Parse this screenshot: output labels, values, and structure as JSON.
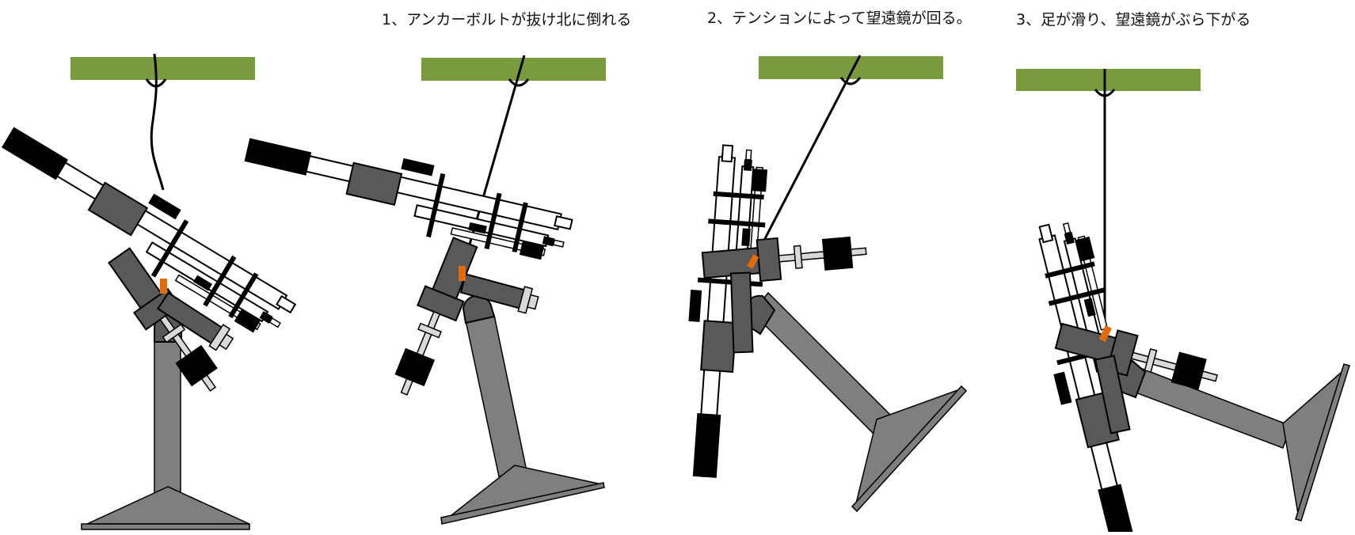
{
  "captions": {
    "step1": "1、アンカーボルトが抜け北に倒れる",
    "step2": "2、テンションによって望遠鏡が回る。",
    "step3": "3、足が滑り、望遠鏡がぶら下がる"
  },
  "colors": {
    "beam": "#7a9a3e",
    "pier": "#7f7f7f",
    "pier_dark": "#6e6e6e",
    "mount": "#595959",
    "metal_light": "#d9d9d9",
    "black": "#000000",
    "marker": "#e36c0a"
  }
}
